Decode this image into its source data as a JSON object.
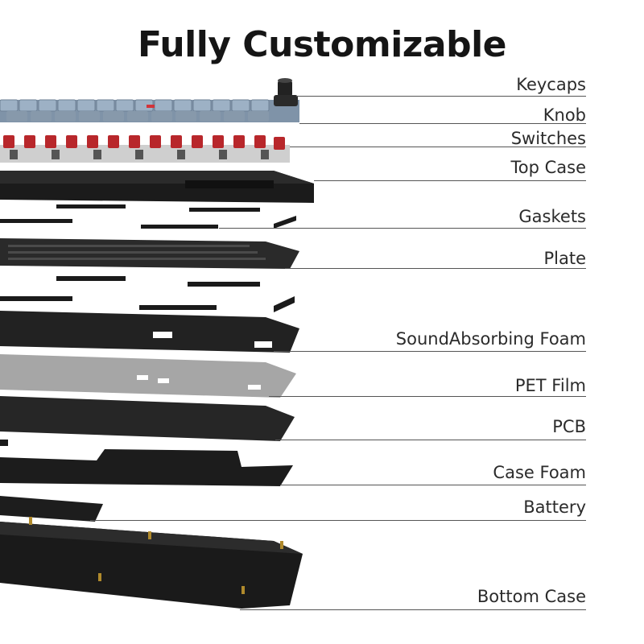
{
  "title": "Fully Customizable",
  "layers": [
    {
      "name": "Keycaps"
    },
    {
      "name": "Knob"
    },
    {
      "name": "Switches"
    },
    {
      "name": "Top Case"
    },
    {
      "name": "Gaskets"
    },
    {
      "name": "Plate"
    },
    {
      "name": "SoundAbsorbing Foam"
    },
    {
      "name": "PET Film"
    },
    {
      "name": "PCB"
    },
    {
      "name": "Case Foam"
    },
    {
      "name": "Battery"
    },
    {
      "name": "Bottom Case"
    }
  ],
  "colors": {
    "keycap_blue": "#8fa6bd",
    "keycap_grey": "#a7b3bf",
    "switch_red": "#c8262a",
    "case_black": "#1d1d1d",
    "pet_film": "#a9a9a9",
    "leader_line": "#555555"
  }
}
